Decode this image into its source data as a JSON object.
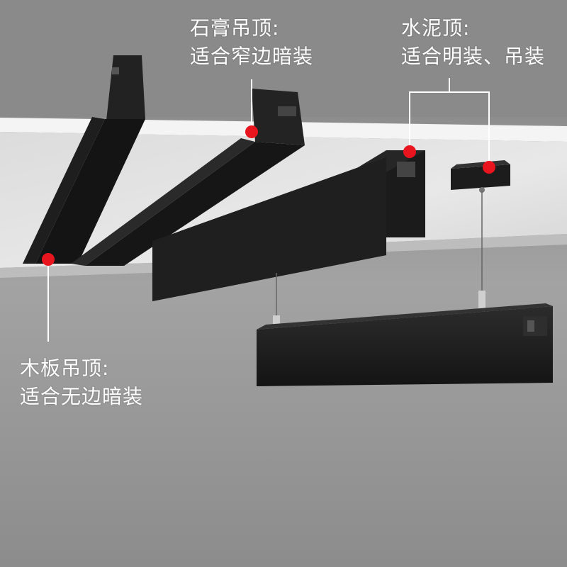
{
  "labels": {
    "gypsum": {
      "title": "石膏吊顶:",
      "desc": "适合窄边暗装"
    },
    "cement": {
      "title": "水泥顶:",
      "desc": "适合明装、吊装"
    },
    "wood": {
      "title": "木板吊顶:",
      "desc": "适合无边暗装"
    }
  },
  "colors": {
    "marker": "#e8141e",
    "leader_line": "#ffffff",
    "track": "#1a1a1a",
    "ceiling": "#e2e2e2",
    "wall": "#8f8f8f"
  }
}
